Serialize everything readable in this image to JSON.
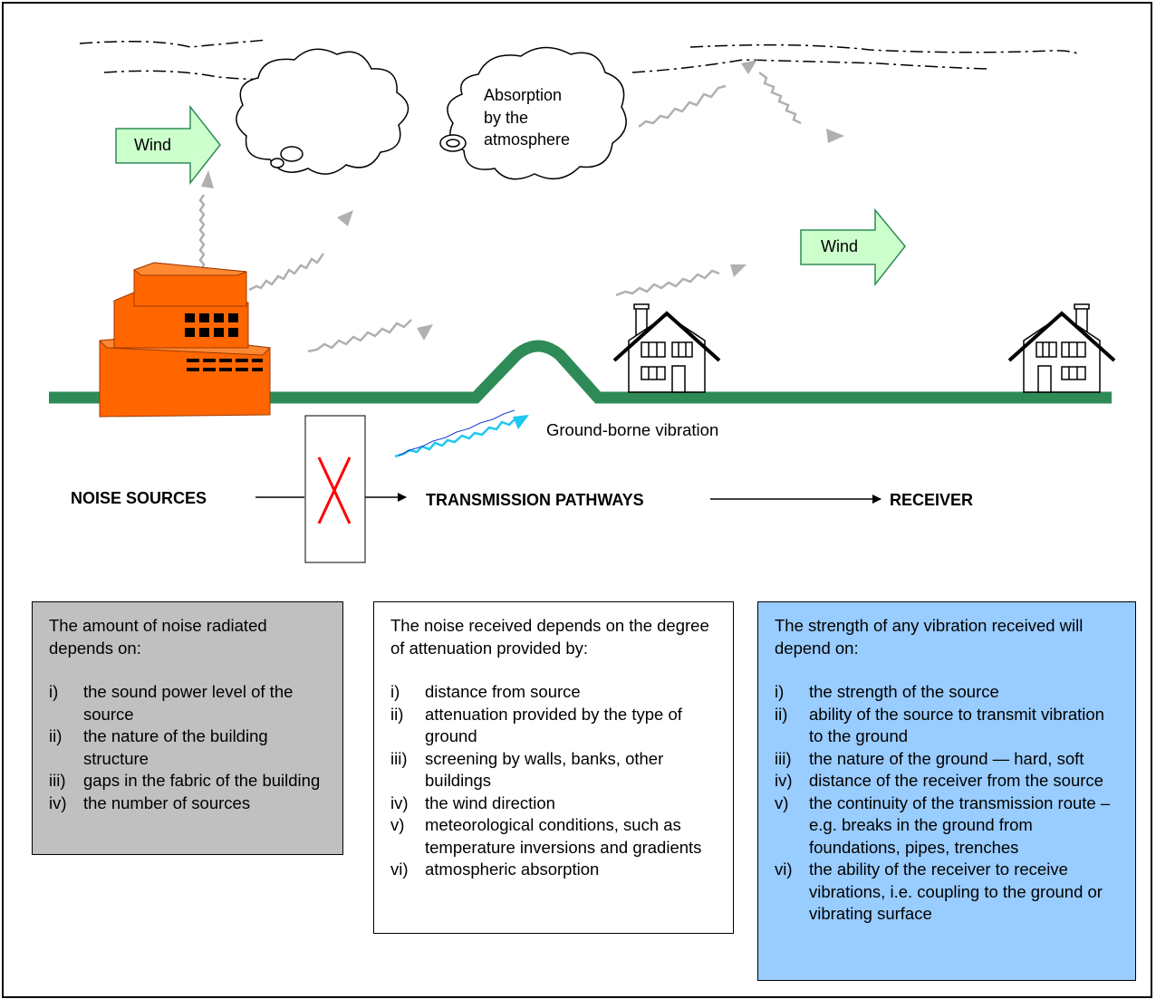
{
  "labels": {
    "wind": "Wind",
    "absorption": [
      "Absorption",
      "by the",
      "atmosphere"
    ],
    "ground_vibration": "Ground-borne vibration"
  },
  "flow": {
    "sources": "NOISE SOURCES",
    "pathways": "TRANSMISSION PATHWAYS",
    "receiver": "RECEIVER"
  },
  "boxes": {
    "sources": {
      "intro": "The amount of noise radiated depends on:",
      "items": [
        {
          "num": "i)",
          "text": "the sound power level of the source"
        },
        {
          "num": "ii)",
          "text": "the nature of the building structure"
        },
        {
          "num": "iii)",
          "text": "gaps in the fabric of the building"
        },
        {
          "num": "iv)",
          "text": "the number of sources"
        }
      ]
    },
    "pathways": {
      "intro": "The noise received depends on the degree of attenuation provided by:",
      "items": [
        {
          "num": "i)",
          "text": "distance from source"
        },
        {
          "num": "ii)",
          "text": "attenuation provided by the type of ground"
        },
        {
          "num": "iii)",
          "text": "screening by walls, banks, other buildings"
        },
        {
          "num": "iv)",
          "text": "the wind direction"
        },
        {
          "num": "v)",
          "text": "meteorological conditions, such as temperature inversions and gradients"
        },
        {
          "num": "vi)",
          "text": "atmospheric absorption"
        }
      ]
    },
    "vibration": {
      "intro": "The strength of any vibration received will depend on:",
      "items": [
        {
          "num": "i)",
          "text": "the strength of the source"
        },
        {
          "num": "ii)",
          "text": "ability of the source to transmit vibration to the ground"
        },
        {
          "num": "iii)",
          "text": "the nature of the ground — hard, soft"
        },
        {
          "num": "iv)",
          "text": "distance of the receiver from the source"
        },
        {
          "num": "v)",
          "text": "the continuity of the transmission route – e.g. breaks in the ground from foundations, pipes, trenches"
        },
        {
          "num": "vi)",
          "text": "the ability of the receiver to receive vibrations, i.e. coupling to the ground or vibrating surface"
        }
      ]
    }
  },
  "colors": {
    "ground": "#2e8b57",
    "factory": "#ff6600",
    "wind_fill": "#ccffcc",
    "wave_gray": "#b0b0b0",
    "vibration_wave": "#1ec8f0",
    "blocker_x": "#ff0000",
    "box_sources_bg": "#c0c0c0",
    "box_pathways_bg": "#ffffff",
    "box_vibration_bg": "#99ccff"
  }
}
